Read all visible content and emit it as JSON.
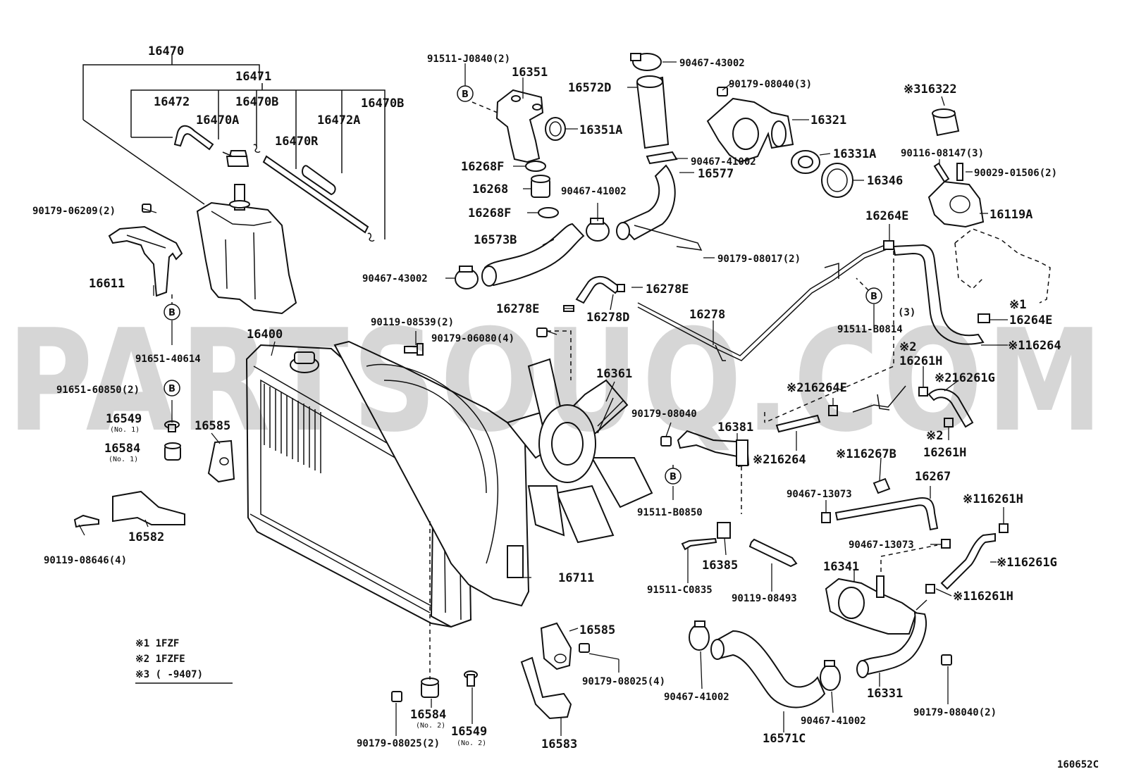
{
  "watermark": "PARTSOUQ.COM",
  "diagram_code": "160652C",
  "labels": {
    "l16470": "16470",
    "l16471": "16471",
    "l16472": "16472",
    "l16470B_1": "16470B",
    "l16470B_2": "16470B",
    "l16470A": "16470A",
    "l16472A": "16472A",
    "l16470R": "16470R",
    "l90179_06209": "90179-06209(2)",
    "l16611": "16611",
    "l91651_40614": "91651-40614",
    "l16400": "16400",
    "l91651_60850": "91651-60850(2)",
    "l16549_1": "16549",
    "l16549_1n": "(No. 1)",
    "l16584_1": "16584",
    "l16584_1n": "(No. 1)",
    "l16585_1": "16585",
    "l16582": "16582",
    "l90119_08646": "90119-08646(4)",
    "l91511_J0840": "91511-J0840(2)",
    "l16351": "16351",
    "l16351A": "16351A",
    "l16268F_1": "16268F",
    "l16268": "16268",
    "l16268F_2": "16268F",
    "l90467_41002_1": "90467-41002",
    "l16573B": "16573B",
    "l90467_43002_1": "90467-43002",
    "l90467_43002_2": "90467-43002",
    "l16572D": "16572D",
    "l90467_41002_2": "90467-41002",
    "l16577": "16577",
    "l90179_08017": "90179-08017(2)",
    "l16278E_1": "16278E",
    "l16278E_2": "16278E",
    "l16278D": "16278D",
    "l16278": "16278",
    "l90119_08539": "90119-08539(2)",
    "l90179_06080": "90179-06080(4)",
    "l16361": "16361",
    "l90179_08040_1": "90179-08040(3)",
    "l16321": "16321",
    "l16331A": "16331A",
    "l16346": "16346",
    "l16322": "※316322",
    "l90116_08147": "90116-08147(3)",
    "l90029_01506": "90029-01506(2)",
    "l16119A": "16119A",
    "l16264E_1": "16264E",
    "l91511_B0814": "91511-B0814",
    "l91511_B0814n": "(3)",
    "l16264E_2a": "※1",
    "l16264E_2b": "16264E",
    "l16264_1": "※116264",
    "l16261H_1a": "※2",
    "l16261H_1b": "16261H",
    "l16261G_1": "※216261G",
    "l16264E_3": "※216264E",
    "l90179_08040_2": "90179-08040",
    "l16381": "16381",
    "l16264_2": "※216264",
    "l16261H_2a": "※2",
    "l16261H_2b": "16261H",
    "l16267B": "※116267B",
    "l16267": "16267",
    "l90467_13073_1": "90467-13073",
    "l16261H_3": "※116261H",
    "l91511_B0850": "91511-B0850",
    "l90467_13073_2": "90467-13073",
    "l16261G_2": "※116261G",
    "l16385": "16385",
    "l16341": "16341",
    "l16261H_4": "※116261H",
    "l91511_C0835": "91511-C0835",
    "l90119_08493": "90119-08493",
    "l16711": "16711",
    "l16585_2": "16585",
    "l90179_08025_1": "90179-08025(4)",
    "l90467_41002_3": "90467-41002",
    "l90467_41002_4": "90467-41002",
    "l16331": "16331",
    "l90179_08040_3": "90179-08040(2)",
    "l16571C": "16571C",
    "l16583": "16583",
    "l16584_2": "16584",
    "l16584_2n": "(No. 2)",
    "l16549_2": "16549",
    "l16549_2n": "(No. 2)",
    "l90179_08025_2": "90179-08025(2)"
  },
  "legend": {
    "row1": "※1 1FZF",
    "row2": "※2 1FZFE",
    "row3": "※3 (    -9407)"
  },
  "b_marker": "B"
}
